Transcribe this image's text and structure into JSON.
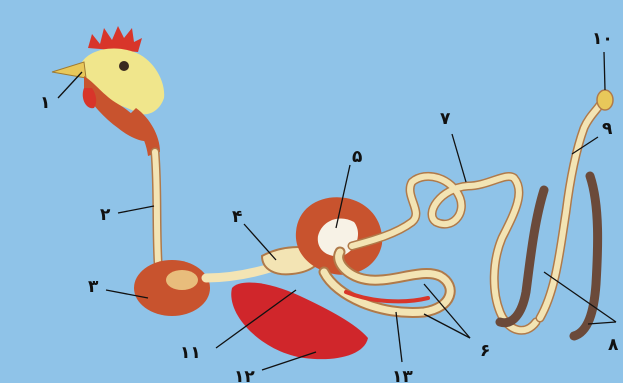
{
  "labels": {
    "n1": "۱",
    "n2": "۲",
    "n3": "۳",
    "n4": "۴",
    "n5": "۵",
    "n6": "۶",
    "n7": "۷",
    "n8": "۸",
    "n9": "۹",
    "n10": "۱۰",
    "n11": "۱۱",
    "n12": "۱۲",
    "n13": "۱۳"
  },
  "colors": {
    "background": "#8fc3e8",
    "tube": "#f3e4b4",
    "tube_outline": "#b07a4a",
    "liver": "#d0262b",
    "gizzard": "#c8532e",
    "comb": "#d8352a",
    "head": "#f0e68c",
    "caeca": "#6b4a3a"
  }
}
